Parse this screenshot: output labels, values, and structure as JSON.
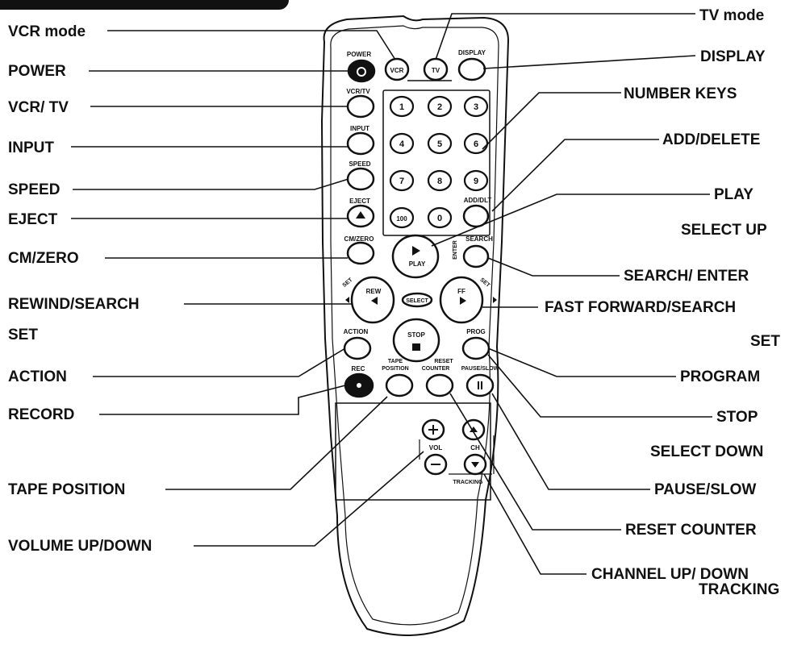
{
  "labels": {
    "vcr_mode": "VCR mode",
    "tv_mode": "TV mode",
    "power": "POWER",
    "display": "DISPLAY",
    "vcr_tv": "VCR/ TV",
    "number_keys": "NUMBER KEYS",
    "input": "INPUT",
    "add_delete": "ADD/DELETE",
    "speed": "SPEED",
    "play": "PLAY",
    "eject": "EJECT",
    "select_up": "SELECT UP",
    "cm_zero": "CM/ZERO",
    "search_enter": "SEARCH/ ENTER",
    "rewind_search": "REWIND/SEARCH",
    "fast_forward_search": "FAST FORWARD/SEARCH",
    "set_left": "SET",
    "set_right": "SET",
    "action": "ACTION",
    "program": "PROGRAM",
    "record": "RECORD",
    "stop": "STOP",
    "select_down": "SELECT DOWN",
    "tape_position": "TAPE POSITION",
    "pause_slow": "PAUSE/SLOW",
    "volume_up_down": "VOLUME UP/DOWN",
    "reset_counter": "RESET COUNTER",
    "channel_up_down": "CHANNEL UP/ DOWN",
    "tracking": "TRACKING"
  },
  "remote": {
    "power": "POWER",
    "vcr": "VCR",
    "tv": "TV",
    "display": "DISPLAY",
    "vcr_tv": "VCR/TV",
    "input": "INPUT",
    "speed": "SPEED",
    "eject": "EJECT",
    "cm_zero": "CM/ZERO",
    "add_dlt": "ADD/DLT",
    "search": "SEARCH",
    "enter": "ENTER",
    "play": "PLAY",
    "rew": "REW",
    "ff": "FF",
    "select": "SELECT",
    "set": "SET",
    "stop": "STOP",
    "action": "ACTION",
    "prog": "PROG",
    "rec": "REC",
    "tape": "TAPE",
    "position": "POSITION",
    "reset": "RESET",
    "counter": "COUNTER",
    "pause_slow": "PAUSE/SLOW",
    "vol": "VOL",
    "ch": "CH",
    "tracking": "TRACKING",
    "numbers": [
      "1",
      "2",
      "3",
      "4",
      "5",
      "6",
      "7",
      "8",
      "9",
      "100",
      "0"
    ]
  }
}
